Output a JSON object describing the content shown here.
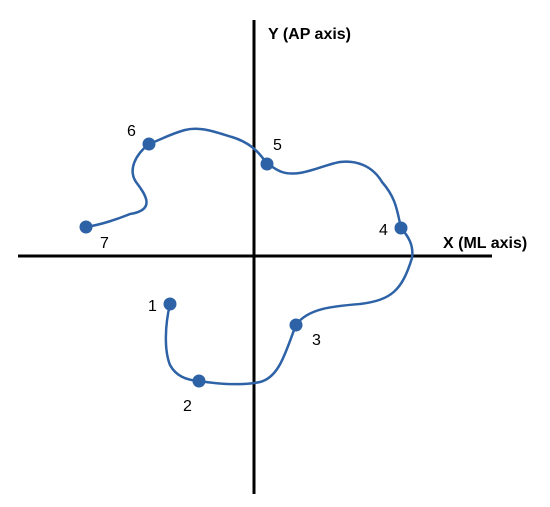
{
  "colors": {
    "axis": "#000000",
    "path": "#2e62a6",
    "marker": "#2e62a6"
  },
  "axes": {
    "x_label": "X (ML axis)",
    "y_label": "Y (AP axis)"
  },
  "points": [
    {
      "label": "1"
    },
    {
      "label": "2"
    },
    {
      "label": "3"
    },
    {
      "label": "4"
    },
    {
      "label": "5"
    },
    {
      "label": "6"
    },
    {
      "label": "7"
    }
  ]
}
